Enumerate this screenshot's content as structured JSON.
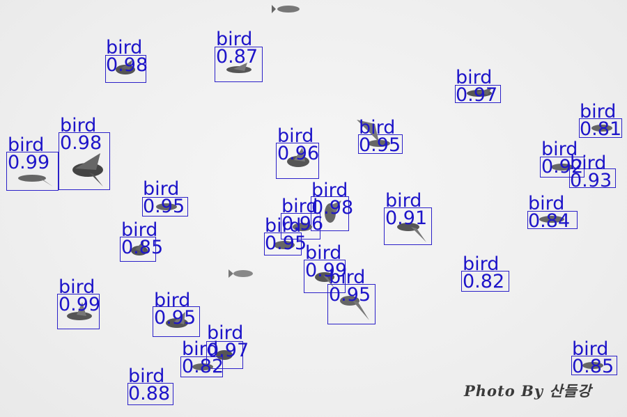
{
  "watermark": "Photo By 산들강",
  "box_color": "#2a1fc8",
  "detections": [
    {
      "id": "det-1",
      "class": "bird",
      "confidence": "0.98"
    },
    {
      "id": "det-2",
      "class": "bird",
      "confidence": "0.87"
    },
    {
      "id": "det-3",
      "class": "bird",
      "confidence": "0.97"
    },
    {
      "id": "det-4",
      "class": "bird",
      "confidence": "0.81"
    },
    {
      "id": "det-5",
      "class": "bird",
      "confidence": "0.98"
    },
    {
      "id": "det-6",
      "class": "bird",
      "confidence": "0.99"
    },
    {
      "id": "det-7",
      "class": "bird",
      "confidence": "0.96"
    },
    {
      "id": "det-8",
      "class": "bird",
      "confidence": "0.95"
    },
    {
      "id": "det-9",
      "class": "bird",
      "confidence": "0.92"
    },
    {
      "id": "det-10",
      "class": "bird",
      "confidence": "0.93"
    },
    {
      "id": "det-11",
      "class": "bird",
      "confidence": "0.95"
    },
    {
      "id": "det-12",
      "class": "bird",
      "confidence": "0.98"
    },
    {
      "id": "det-13",
      "class": "bird",
      "confidence": "0.96"
    },
    {
      "id": "det-14",
      "class": "bird",
      "confidence": "0.91"
    },
    {
      "id": "det-15",
      "class": "bird",
      "confidence": "0.84"
    },
    {
      "id": "det-16",
      "class": "bird",
      "confidence": "0.85"
    },
    {
      "id": "det-17",
      "class": "bird",
      "confidence": "0.95"
    },
    {
      "id": "det-18",
      "class": "bird",
      "confidence": "0.99"
    },
    {
      "id": "det-19",
      "class": "bird",
      "confidence": "0.95"
    },
    {
      "id": "det-20",
      "class": "bird",
      "confidence": "0.82"
    },
    {
      "id": "det-21",
      "class": "bird",
      "confidence": "0.99"
    },
    {
      "id": "det-22",
      "class": "bird",
      "confidence": "0.95"
    },
    {
      "id": "det-23",
      "class": "bird",
      "confidence": "0.97"
    },
    {
      "id": "det-24",
      "class": "bird",
      "confidence": "0.82"
    },
    {
      "id": "det-25",
      "class": "bird",
      "confidence": "0.85"
    },
    {
      "id": "det-26",
      "class": "bird",
      "confidence": "0.88"
    }
  ]
}
